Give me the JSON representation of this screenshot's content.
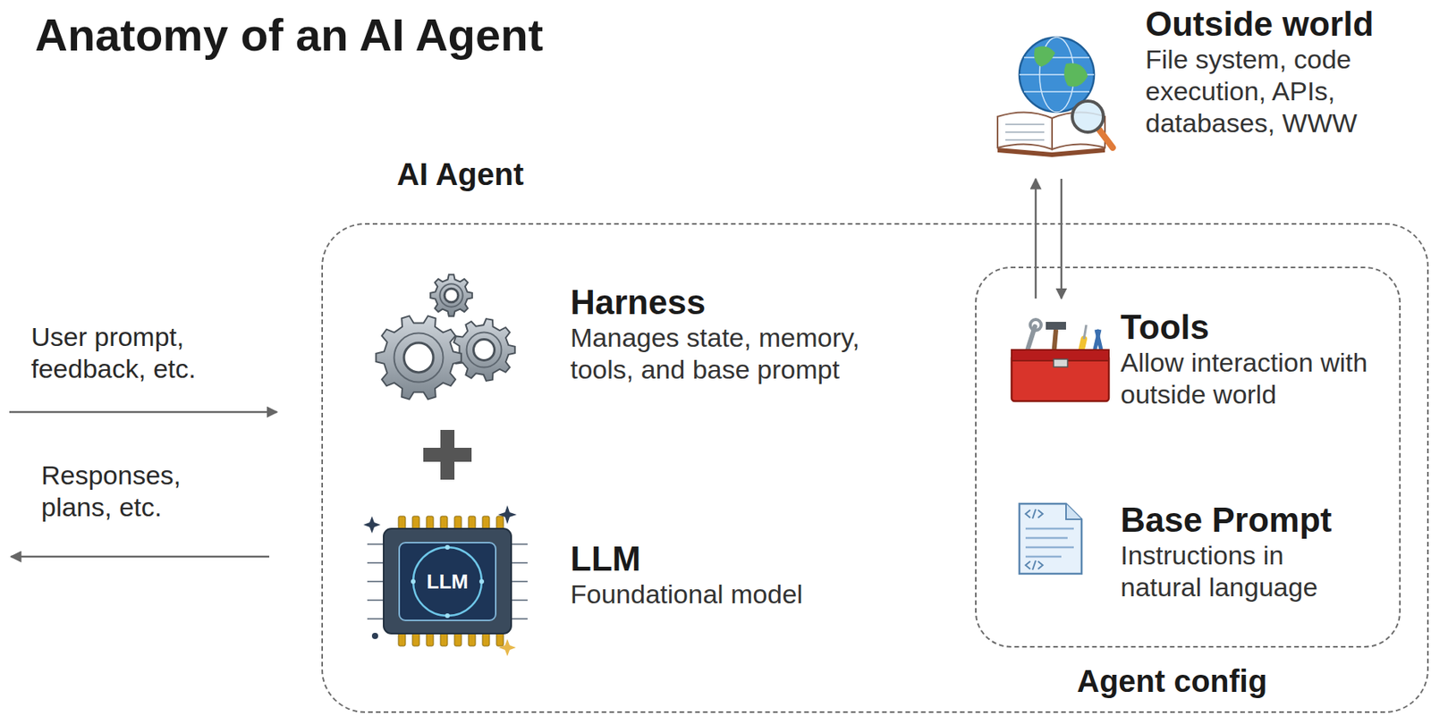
{
  "diagram": {
    "title": "Anatomy of an AI Agent",
    "nodes": [
      {
        "text": [
          "Outside world",
          "File system, code execution, APIs, databases, WWW"
        ]
      },
      {
        "text": [
          "AI Agent"
        ]
      },
      {
        "text": [
          "Harness",
          "Manages state, memory, tools, and base prompt"
        ],
        "in": 1
      },
      {
        "text": [
          "LLM",
          "Foundational model"
        ],
        "in": 1
      },
      {
        "text": [
          "Agent config"
        ],
        "in": 1
      },
      {
        "text": [
          "Tools",
          "Allow interaction with outside world"
        ],
        "in": 4
      },
      {
        "text": [
          "Base Prompt",
          "Instructions in natural language"
        ],
        "in": 4
      }
    ],
    "edges": [
      {
        "from": 5,
        "to": 0,
        "arrow": "to"
      },
      {
        "from": 0,
        "to": 5,
        "arrow": "to"
      }
    ],
    "labels": [
      "User prompt, feedback, etc.",
      "Responses, plans, etc.",
      "LLM"
    ]
  }
}
